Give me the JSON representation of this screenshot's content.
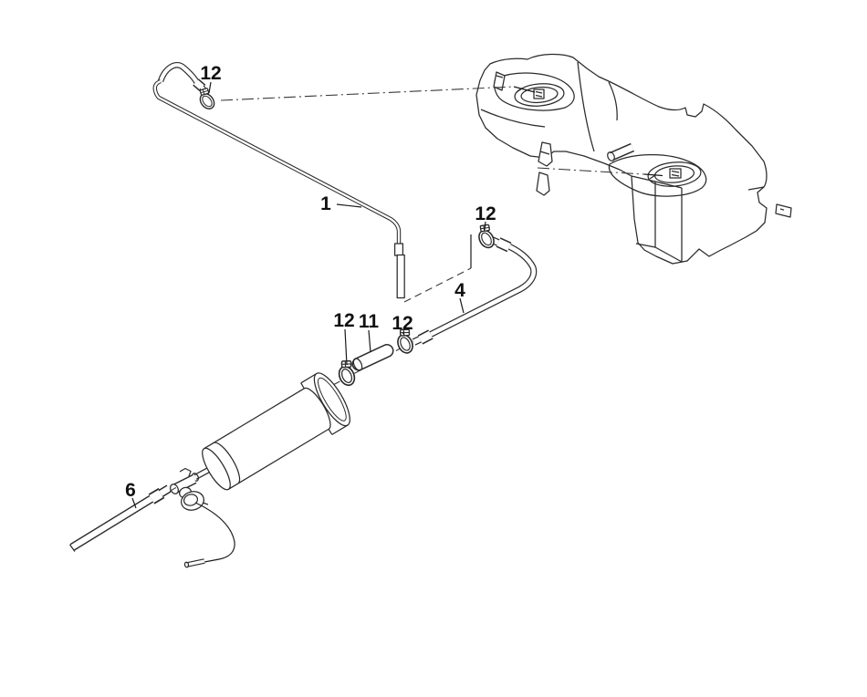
{
  "diagram": {
    "type": "exploded-parts-line-drawing",
    "subject": "fuel-tank-ventilation-pipes-and-carbon-canister",
    "background_color": "#ffffff",
    "line_color": "#2b2b2b",
    "label_color": "#111111",
    "callouts": {
      "clamp_top": {
        "label": "12",
        "points_to": "hose-clamp on vent pipe end hose"
      },
      "vent_pipe": {
        "label": "1",
        "points_to": "long vent pipe"
      },
      "clamp_hose4_top": {
        "label": "12",
        "points_to": "hose-clamp at upper end of hose 4"
      },
      "hose4": {
        "label": "4",
        "points_to": "elbow vent hose"
      },
      "clamp_left": {
        "label": "12",
        "points_to": "hose-clamp at canister side"
      },
      "connector": {
        "label": "11",
        "points_to": "short connector hose"
      },
      "clamp_right": {
        "label": "12",
        "points_to": "hose-clamp at hose 4 lower end"
      },
      "hose6": {
        "label": "6",
        "points_to": "vent hose at carbon canister"
      }
    },
    "components": [
      "saddle-fuel-tank",
      "left-service-hatch",
      "right-service-hatch",
      "tank-vent-nozzle",
      "vent-pipe-1",
      "elbow-hose-4",
      "connector-hose-11",
      "hose-clamps-12",
      "carbon-canister",
      "vent-hose-6",
      "canister-bleed-line"
    ]
  }
}
